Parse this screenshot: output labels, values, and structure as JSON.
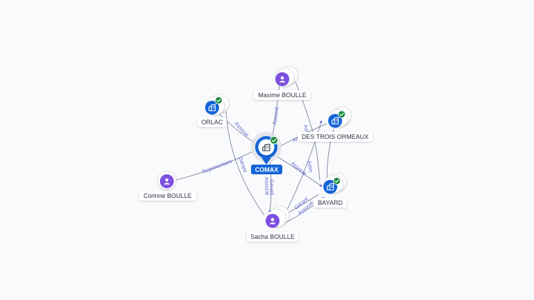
{
  "graph": {
    "center": {
      "label": "COMAX",
      "type": "company",
      "verified": true
    },
    "nodes": {
      "orlac": {
        "label": "ORLAC",
        "type": "company",
        "verified": true
      },
      "maxime": {
        "label": "Maxime BOULLE",
        "type": "person"
      },
      "trois": {
        "label": "DES TROIS ORMEAUX",
        "type": "company",
        "verified": true
      },
      "bayard": {
        "label": "BAYARD",
        "type": "company",
        "verified": true
      },
      "sacha": {
        "label": "Sacha BOULLE",
        "type": "person"
      },
      "corinne": {
        "label": "Corinne BOULLE",
        "type": "person"
      }
    },
    "edge_labels": {
      "orlac_comax": "Associé",
      "maxime_comax": "Associé",
      "corinne_comax": "Représentant",
      "sacha_orlac": "Gérant",
      "sacha_comax_1": "Gérant",
      "sacha_comax_2": "Associé",
      "comax_trois": "Associé",
      "comax_bayard": "Associé",
      "maxime_trois": "Asso",
      "trois_bayard": "Asso",
      "sacha_bayard_1": "Gérant",
      "sacha_bayard_2": "Associé"
    },
    "colors": {
      "company_badge": "#1565d8",
      "person_badge": "#7c4fe0",
      "verified": "#178a3e",
      "edge": "#6d7396",
      "edge_label": "#6b63d6",
      "center_label_bg": "#1565d8"
    }
  }
}
